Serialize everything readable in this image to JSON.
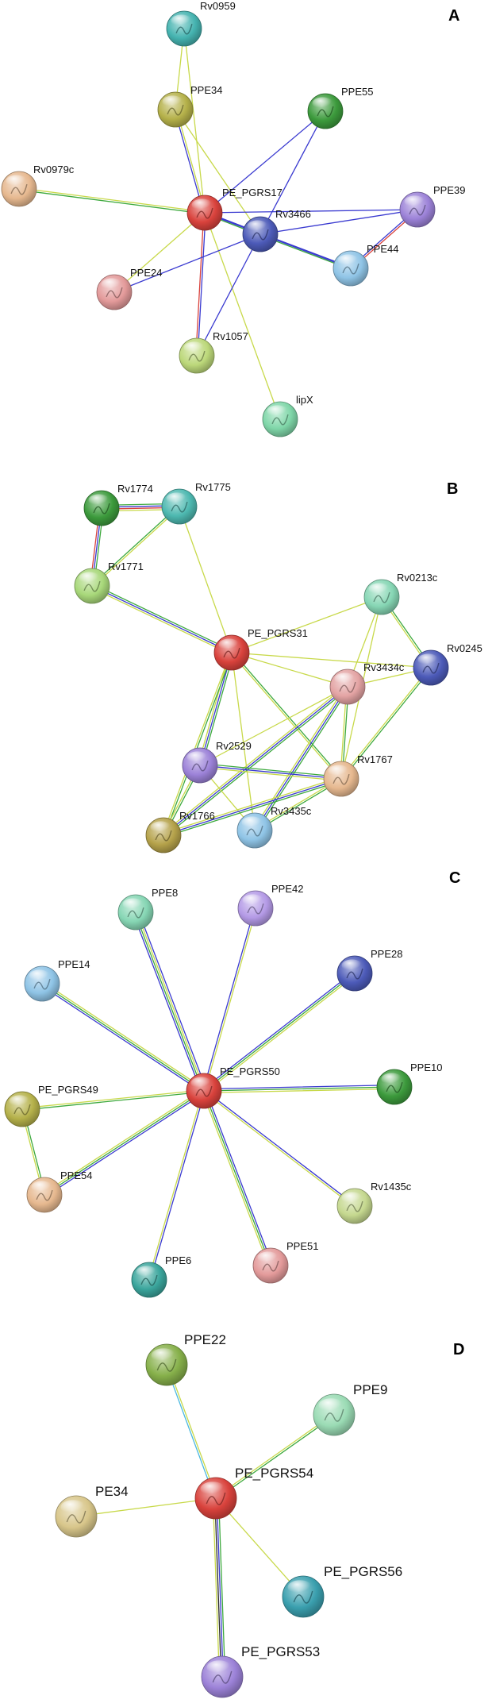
{
  "panels": [
    {
      "label": "A",
      "nodes": [
        {
          "id": "rv0959",
          "name": "Rv0959",
          "color": "#45b3b0"
        },
        {
          "id": "ppe34",
          "name": "PPE34",
          "color": "#b5b14a"
        },
        {
          "id": "ppe55",
          "name": "PPE55",
          "color": "#3c9a3c"
        },
        {
          "id": "rv0979c",
          "name": "Rv0979c",
          "color": "#e6b88f"
        },
        {
          "id": "pe_pgrs17",
          "name": "PE_PGRS17",
          "color": "#d9423c"
        },
        {
          "id": "rv3466",
          "name": "Rv3466",
          "color": "#4c5ab8"
        },
        {
          "id": "ppe39",
          "name": "PPE39",
          "color": "#9c82d8"
        },
        {
          "id": "ppe44",
          "name": "PPE44",
          "color": "#8fc4e6"
        },
        {
          "id": "ppe24",
          "name": "PPE24",
          "color": "#e39a9a"
        },
        {
          "id": "rv1057",
          "name": "Rv1057",
          "color": "#bcd87a"
        },
        {
          "id": "lipx",
          "name": "lipX",
          "color": "#7fd6a8"
        }
      ],
      "edges": [
        {
          "from": "rv0959",
          "to": "ppe34",
          "colors": [
            "#c8d94a"
          ]
        },
        {
          "from": "rv0959",
          "to": "pe_pgrs17",
          "colors": [
            "#c8d94a"
          ]
        },
        {
          "from": "ppe34",
          "to": "pe_pgrs17",
          "colors": [
            "#c8d94a",
            "#3a3ad0"
          ]
        },
        {
          "from": "ppe34",
          "to": "rv3466",
          "colors": [
            "#c8d94a"
          ]
        },
        {
          "from": "ppe55",
          "to": "pe_pgrs17",
          "colors": [
            "#3a3ad0"
          ]
        },
        {
          "from": "ppe55",
          "to": "rv3466",
          "colors": [
            "#3a3ad0"
          ]
        },
        {
          "from": "rv0979c",
          "to": "pe_pgrs17",
          "colors": [
            "#c8d94a",
            "#3da93d"
          ]
        },
        {
          "from": "pe_pgrs17",
          "to": "rv3466",
          "colors": [
            "#3a3ad0",
            "#3da93d"
          ]
        },
        {
          "from": "pe_pgrs17",
          "to": "ppe39",
          "colors": [
            "#3a3ad0"
          ]
        },
        {
          "from": "pe_pgrs17",
          "to": "ppe44",
          "colors": [
            "#3a3ad0"
          ]
        },
        {
          "from": "pe_pgrs17",
          "to": "ppe24",
          "colors": [
            "#c8d94a"
          ]
        },
        {
          "from": "pe_pgrs17",
          "to": "rv1057",
          "colors": [
            "#3a3ad0",
            "#d9423c"
          ]
        },
        {
          "from": "pe_pgrs17",
          "to": "lipx",
          "colors": [
            "#c8d94a"
          ]
        },
        {
          "from": "rv3466",
          "to": "ppe39",
          "colors": [
            "#3a3ad0"
          ]
        },
        {
          "from": "rv3466",
          "to": "ppe44",
          "colors": [
            "#3a3ad0",
            "#3da93d"
          ]
        },
        {
          "from": "rv3466",
          "to": "ppe24",
          "colors": [
            "#3a3ad0"
          ]
        },
        {
          "from": "rv3466",
          "to": "rv1057",
          "colors": [
            "#3a3ad0"
          ]
        },
        {
          "from": "ppe39",
          "to": "ppe44",
          "colors": [
            "#d9423c",
            "#3a3ad0"
          ]
        }
      ]
    },
    {
      "label": "B",
      "nodes": [
        {
          "id": "rv1774",
          "name": "Rv1774",
          "color": "#3c9a3c"
        },
        {
          "id": "rv1775",
          "name": "Rv1775",
          "color": "#4db8b0"
        },
        {
          "id": "rv1771",
          "name": "Rv1771",
          "color": "#a8d87a"
        },
        {
          "id": "rv0213c",
          "name": "Rv0213c",
          "color": "#86d6b4"
        },
        {
          "id": "pe_pgrs31",
          "name": "PE_PGRS31",
          "color": "#d9423c"
        },
        {
          "id": "rv0245",
          "name": "Rv0245",
          "color": "#4c5ab8"
        },
        {
          "id": "rv3434c",
          "name": "Rv3434c",
          "color": "#e3a3a3"
        },
        {
          "id": "rv2529",
          "name": "Rv2529",
          "color": "#9c82d8"
        },
        {
          "id": "rv1767",
          "name": "Rv1767",
          "color": "#e6b88f"
        },
        {
          "id": "rv1766",
          "name": "Rv1766",
          "color": "#b5a24a"
        },
        {
          "id": "rv3435c",
          "name": "Rv3435c",
          "color": "#8fc4e6"
        }
      ],
      "edges": [
        {
          "from": "rv1774",
          "to": "rv1775",
          "colors": [
            "#3da93d",
            "#3a3ad0",
            "#d9423c",
            "#c8d94a"
          ]
        },
        {
          "from": "rv1774",
          "to": "rv1771",
          "colors": [
            "#3da93d",
            "#3a3ad0",
            "#d9423c"
          ]
        },
        {
          "from": "rv1775",
          "to": "rv1771",
          "colors": [
            "#c8d94a",
            "#3da93d"
          ]
        },
        {
          "from": "rv1775",
          "to": "pe_pgrs31",
          "colors": [
            "#c8d94a"
          ]
        },
        {
          "from": "rv1771",
          "to": "pe_pgrs31",
          "colors": [
            "#3da93d",
            "#3a3ad0",
            "#c8d94a"
          ]
        },
        {
          "from": "rv0213c",
          "to": "pe_pgrs31",
          "colors": [
            "#c8d94a"
          ]
        },
        {
          "from": "rv0213c",
          "to": "rv0245",
          "colors": [
            "#3da93d",
            "#c8d94a"
          ]
        },
        {
          "from": "rv0213c",
          "to": "rv3434c",
          "colors": [
            "#c8d94a"
          ]
        },
        {
          "from": "rv0213c",
          "to": "rv1767",
          "colors": [
            "#c8d94a"
          ]
        },
        {
          "from": "pe_pgrs31",
          "to": "rv0245",
          "colors": [
            "#c8d94a"
          ]
        },
        {
          "from": "pe_pgrs31",
          "to": "rv3434c",
          "colors": [
            "#c8d94a"
          ]
        },
        {
          "from": "pe_pgrs31",
          "to": "rv2529",
          "colors": [
            "#3da93d",
            "#3a3ad0",
            "#c8d94a"
          ]
        },
        {
          "from": "pe_pgrs31",
          "to": "rv1767",
          "colors": [
            "#3da93d",
            "#c8d94a"
          ]
        },
        {
          "from": "pe_pgrs31",
          "to": "rv1766",
          "colors": [
            "#3da93d",
            "#c8d94a"
          ]
        },
        {
          "from": "pe_pgrs31",
          "to": "rv3435c",
          "colors": [
            "#c8d94a"
          ]
        },
        {
          "from": "rv0245",
          "to": "rv3434c",
          "colors": [
            "#c8d94a"
          ]
        },
        {
          "from": "rv0245",
          "to": "rv1767",
          "colors": [
            "#3da93d",
            "#c8d94a"
          ]
        },
        {
          "from": "rv3434c",
          "to": "rv1767",
          "colors": [
            "#3da93d",
            "#c8d94a"
          ]
        },
        {
          "from": "rv3434c",
          "to": "rv2529",
          "colors": [
            "#c8d94a"
          ]
        },
        {
          "from": "rv3434c",
          "to": "rv1766",
          "colors": [
            "#3da93d",
            "#3a3ad0",
            "#c8d94a"
          ]
        },
        {
          "from": "rv3434c",
          "to": "rv3435c",
          "colors": [
            "#3da93d",
            "#3a3ad0",
            "#c8d94a"
          ]
        },
        {
          "from": "rv2529",
          "to": "rv1767",
          "colors": [
            "#3da93d",
            "#3a3ad0",
            "#c8d94a"
          ]
        },
        {
          "from": "rv2529",
          "to": "rv1766",
          "colors": [
            "#3da93d",
            "#c8d94a"
          ]
        },
        {
          "from": "rv2529",
          "to": "rv3435c",
          "colors": [
            "#c8d94a"
          ]
        },
        {
          "from": "rv1767",
          "to": "rv1766",
          "colors": [
            "#3da93d",
            "#3a3ad0",
            "#c8d94a"
          ]
        },
        {
          "from": "rv1767",
          "to": "rv3435c",
          "colors": [
            "#3da93d",
            "#c8d94a"
          ]
        }
      ]
    },
    {
      "label": "C",
      "nodes": [
        {
          "id": "ppe8",
          "name": "PPE8",
          "color": "#86d6b4"
        },
        {
          "id": "ppe42",
          "name": "PPE42",
          "color": "#b49ae6"
        },
        {
          "id": "ppe14",
          "name": "PPE14",
          "color": "#8fc4e6"
        },
        {
          "id": "ppe28",
          "name": "PPE28",
          "color": "#4c5ab8"
        },
        {
          "id": "pe_pgrs50",
          "name": "PE_PGRS50",
          "color": "#d9423c"
        },
        {
          "id": "ppe10",
          "name": "PPE10",
          "color": "#3c9a3c"
        },
        {
          "id": "pe_pgrs49",
          "name": "PE_PGRS49",
          "color": "#b5b14a"
        },
        {
          "id": "ppe54",
          "name": "PPE54",
          "color": "#e6b88f"
        },
        {
          "id": "rv1435c",
          "name": "Rv1435c",
          "color": "#c5d88f"
        },
        {
          "id": "ppe51",
          "name": "PPE51",
          "color": "#e39a9a"
        },
        {
          "id": "ppe6",
          "name": "PPE6",
          "color": "#3aa59c"
        }
      ],
      "edges": [
        {
          "from": "pe_pgrs50",
          "to": "ppe8",
          "colors": [
            "#3a3ad0",
            "#3da93d",
            "#c8d94a",
            "#3a3ad0"
          ]
        },
        {
          "from": "pe_pgrs50",
          "to": "ppe42",
          "colors": [
            "#3a3ad0",
            "#c8d94a"
          ]
        },
        {
          "from": "pe_pgrs50",
          "to": "ppe14",
          "colors": [
            "#3a3ad0",
            "#3da93d",
            "#c8d94a"
          ]
        },
        {
          "from": "pe_pgrs50",
          "to": "ppe28",
          "colors": [
            "#3a3ad0",
            "#3da93d",
            "#c8d94a"
          ]
        },
        {
          "from": "pe_pgrs50",
          "to": "ppe10",
          "colors": [
            "#3a3ad0",
            "#3da93d",
            "#c8d94a"
          ]
        },
        {
          "from": "pe_pgrs50",
          "to": "pe_pgrs49",
          "colors": [
            "#3da93d",
            "#c8d94a"
          ]
        },
        {
          "from": "pe_pgrs50",
          "to": "ppe54",
          "colors": [
            "#3a3ad0",
            "#3da93d",
            "#c8d94a"
          ]
        },
        {
          "from": "pe_pgrs50",
          "to": "rv1435c",
          "colors": [
            "#3a3ad0",
            "#c8d94a"
          ]
        },
        {
          "from": "pe_pgrs50",
          "to": "ppe51",
          "colors": [
            "#3a3ad0",
            "#3da93d",
            "#c8d94a"
          ]
        },
        {
          "from": "pe_pgrs50",
          "to": "ppe6",
          "colors": [
            "#3a3ad0",
            "#c8d94a"
          ]
        },
        {
          "from": "pe_pgrs49",
          "to": "ppe54",
          "colors": [
            "#3da93d",
            "#c8d94a"
          ]
        }
      ]
    },
    {
      "label": "D",
      "nodes": [
        {
          "id": "ppe22",
          "name": "PPE22",
          "color": "#86b04a"
        },
        {
          "id": "ppe9",
          "name": "PPE9",
          "color": "#9adbb4"
        },
        {
          "id": "pe_pgrs54",
          "name": "PE_PGRS54",
          "color": "#d9423c"
        },
        {
          "id": "pe34",
          "name": "PE34",
          "color": "#d8c68a"
        },
        {
          "id": "pe_pgrs56",
          "name": "PE_PGRS56",
          "color": "#3a9fae"
        },
        {
          "id": "pe_pgrs53",
          "name": "PE_PGRS53",
          "color": "#9c82d8"
        }
      ],
      "edges": [
        {
          "from": "pe_pgrs54",
          "to": "ppe22",
          "colors": [
            "#4ab8e0",
            "#c8d94a"
          ]
        },
        {
          "from": "pe_pgrs54",
          "to": "ppe9",
          "colors": [
            "#c8d94a",
            "#3da93d"
          ]
        },
        {
          "from": "pe_pgrs54",
          "to": "pe34",
          "colors": [
            "#c8d94a"
          ]
        },
        {
          "from": "pe_pgrs54",
          "to": "pe_pgrs56",
          "colors": [
            "#c8d94a"
          ]
        },
        {
          "from": "pe_pgrs54",
          "to": "pe_pgrs53",
          "colors": [
            "#3da93d",
            "#3a3ad0",
            "#2a2a2a",
            "#c8d94a"
          ]
        }
      ]
    }
  ]
}
